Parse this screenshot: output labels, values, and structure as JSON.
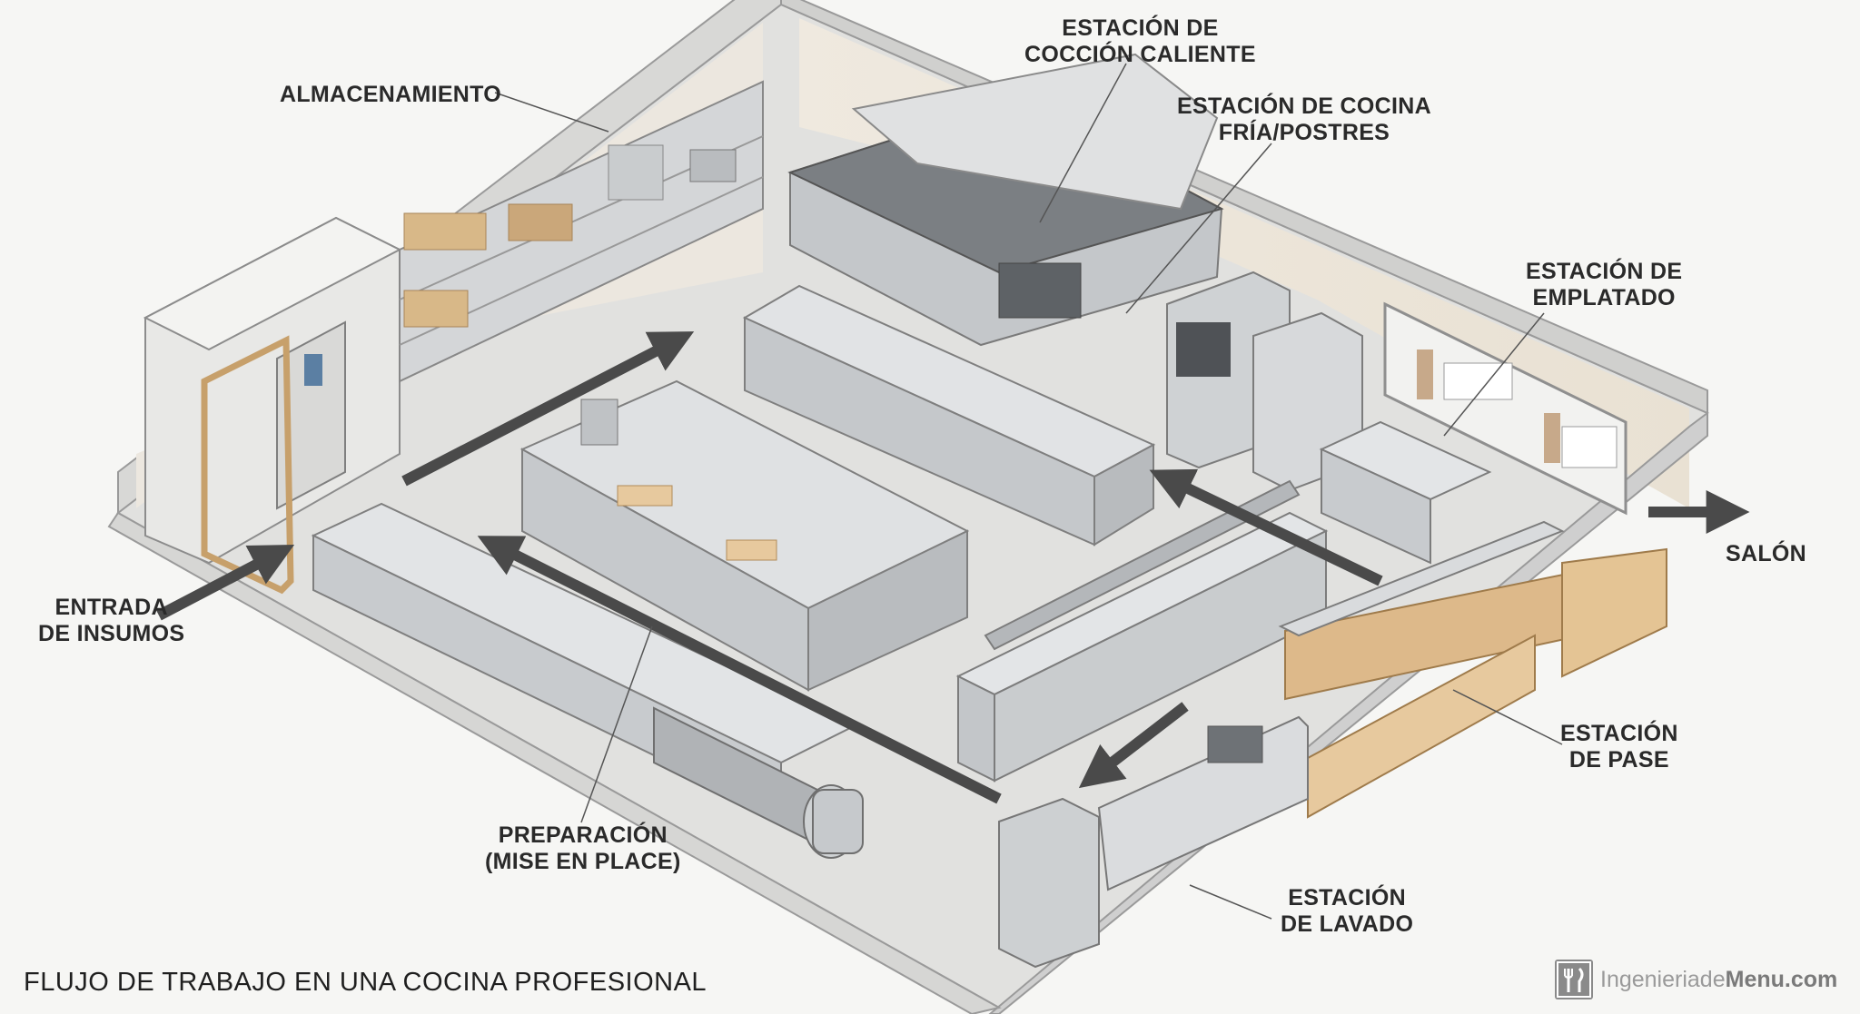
{
  "title": "FLUJO DE TRABAJO EN UNA COCINA PROFESIONAL",
  "logo": {
    "prefix": "Ingenieriade",
    "brand": "Menu.com",
    "icon": "fork-knife-icon"
  },
  "labels": {
    "almacenamiento": [
      "ALMACENAMIENTO"
    ],
    "coccion": [
      "ESTACIÓN DE",
      "COCCIÓN CALIENTE"
    ],
    "fria": [
      "ESTACIÓN DE COCINA",
      "FRÍA/POSTRES"
    ],
    "emplatado": [
      "ESTACIÓN DE",
      "EMPLATADO"
    ],
    "salon": [
      "SALÓN"
    ],
    "pase": [
      "ESTACIÓN",
      "DE PASE"
    ],
    "lavado": [
      "ESTACIÓN",
      "DE LAVADO"
    ],
    "preparacion": [
      "PREPARACIÓN",
      "(MISE EN PLACE)"
    ],
    "entrada": [
      "ENTRADA",
      "DE INSUMOS"
    ]
  },
  "colors": {
    "floor": "#dedede",
    "wall": "#f0ebe2",
    "wallEdge": "#bdbdbd",
    "steel": "#cfd2d4",
    "wood": "#e7c99e",
    "arrow": "#4a4a4a"
  }
}
